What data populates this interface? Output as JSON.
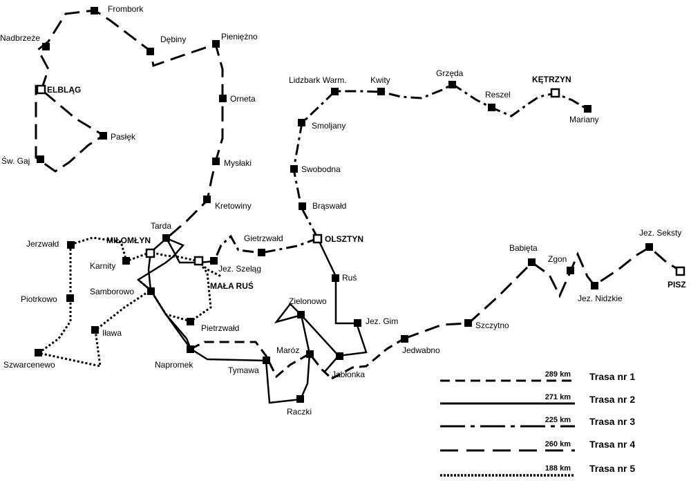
{
  "places": {
    "frombork": "Frombork",
    "nadbrzeze": "Nadbrzeże",
    "debiny": "Dębiny",
    "pieniezno": "Pieniężno",
    "elblag": "ELBLĄG",
    "orneta": "Orneta",
    "paslek": "Pasłęk",
    "sw_gaj": "Św. Gaj",
    "myslaki": "Mysłaki",
    "kretowiny": "Kretowiny",
    "tarda": "Tarda",
    "milomlyn": "MIŁOMŁYN",
    "jerzwald": "Jerzwałd",
    "karnity": "Karnity",
    "jez_szelag": "Jez. Szeląg",
    "mala_rus": "MAŁA RUŚ",
    "samborowo": "Samborowo",
    "piotrkowo": "Piotrkowo",
    "ilawa": "Iława",
    "szwarcenewo": "Szwarcenewo",
    "pietrzwald": "Pietrzwałd",
    "napromek": "Napromek",
    "tymawa": "Tymawa",
    "maroz": "Maróz",
    "zielonowo": "Zielonowo",
    "raczki": "Raczki",
    "jablonka": "Jabłonka",
    "gietrzwald": "Gietrzwałd",
    "olsztyn": "OLSZTYN",
    "brasswald": "Brąswałd",
    "swobodna": "Swobodna",
    "smoljany": "Smoljany",
    "lidzbark": "Lidzbark Warm.",
    "kwity": "Kwity",
    "grzeda": "Grzęda",
    "reszel": "Reszel",
    "ketrzyn": "KĘTRZYN",
    "mariany": "Marіany",
    "rus": "Ruś",
    "jez_gim": "Jez. Gim",
    "jedwabno": "Jedwabno",
    "szczytno": "Szczytno",
    "babieta": "Babięta",
    "zgon": "Zgon",
    "jez_nidzkie": "Jez. Nidzkie",
    "jez_seksty": "Jez. Seksty",
    "pisz": "PISZ"
  },
  "legend": [
    {
      "km": "289 km",
      "name": "Trasa nr 1",
      "line": "dashed"
    },
    {
      "km": "271 km",
      "name": "Trasa nr 2",
      "line": "solid"
    },
    {
      "km": "225 km",
      "name": "Trasa nr 3",
      "line": "dash-dot"
    },
    {
      "km": "260 km",
      "name": "Trasa nr 4",
      "line": "long-dash"
    },
    {
      "km": "188 km",
      "name": "Trasa nr 5",
      "line": "dotted"
    }
  ],
  "colors": {
    "ink": "#000000",
    "background": "#ffffff"
  }
}
